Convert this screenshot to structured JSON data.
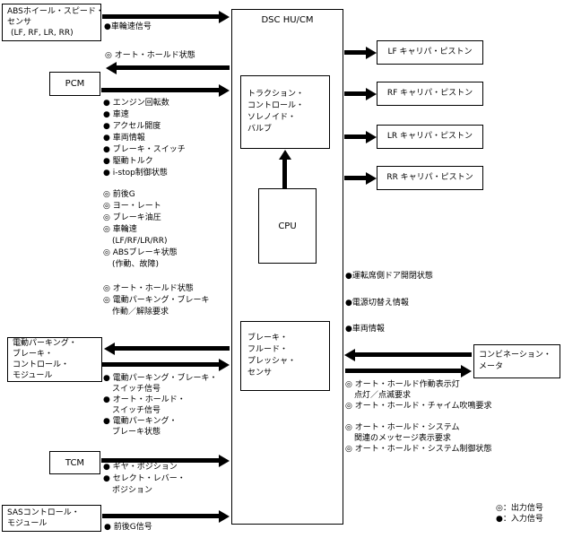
{
  "title": "DSC HU/CM",
  "boxes": {
    "abs_sensor": [
      "ABSホイール・スピード・",
      "センサ",
      "(LF, RF, LR, RR)"
    ],
    "pcm": "PCM",
    "epb_module": [
      "電動パーキング・",
      "ブレーキ・",
      "コントロール・",
      "モジュール"
    ],
    "tcm": "TCM",
    "sas_module": [
      "SASコントロール・",
      "モジュール"
    ],
    "traction_valve": [
      "トラクション・",
      "コントロール・",
      "ソレノイド・",
      "バルブ"
    ],
    "cpu": "CPU",
    "pressure_sensor": [
      "ブレーキ・",
      "フルード・",
      "プレッシャ・",
      "センサ"
    ],
    "caliper_lf": "LF キャリパ・ピストン",
    "caliper_rf": "RF キャリパ・ピストン",
    "caliper_lr": "LR キャリパ・ピストン",
    "caliper_rr": "RR キャリパ・ピストン",
    "combination_meter": [
      "コンビネーション・",
      "メータ"
    ]
  },
  "signals": {
    "abs_to_dsc": "●車輪速信号",
    "dsc_to_pcm": "◎ オート・ホールド状態",
    "pcm_to_dsc": [
      "● エンジン回転数",
      "● 車速",
      "● アクセル開度",
      "● 車両情報",
      "● ブレーキ・スイッチ",
      "● 駆動トルク",
      "● i-stop制御状態"
    ],
    "dsc_outputs_pcm": [
      "◎ 前後G",
      "◎ ヨー・レート",
      "◎ ブレーキ油圧",
      "◎ 車輪速",
      "(LF/RF/LR/RR)",
      "◎ ABSブレーキ状態",
      "(作動、故障)"
    ],
    "dsc_to_epb": [
      "◎ オート・ホールド状態",
      "◎ 電動パーキング・ブレーキ",
      "作動／解除要求"
    ],
    "epb_to_dsc": [
      "● 電動パーキング・ブレーキ・",
      "スイッチ信号",
      "● オート・ホールド・",
      "スイッチ信号",
      "● 電動パーキング・",
      "ブレーキ状態"
    ],
    "tcm_to_dsc": [
      "● ギヤ・ポジション",
      "● セレクト・レバー・",
      "ポジション"
    ],
    "sas_to_dsc": "● 前後G信号",
    "right_inputs": [
      "●運転席側ドア開閉状態",
      "●電源切替え情報",
      "●車両情報"
    ],
    "dsc_to_meter": [
      "◎ オート・ホールド作動表示灯",
      "点灯／点滅要求",
      "◎ オート・ホールド・チャイム吹鳴要求",
      "◎ オート・ホールド・システム",
      "関連のメッセージ表示要求",
      "◎ オート・ホールド・システム制御状態"
    ]
  },
  "legend": {
    "output": "◎：出力信号",
    "input": "●：入力信号"
  }
}
